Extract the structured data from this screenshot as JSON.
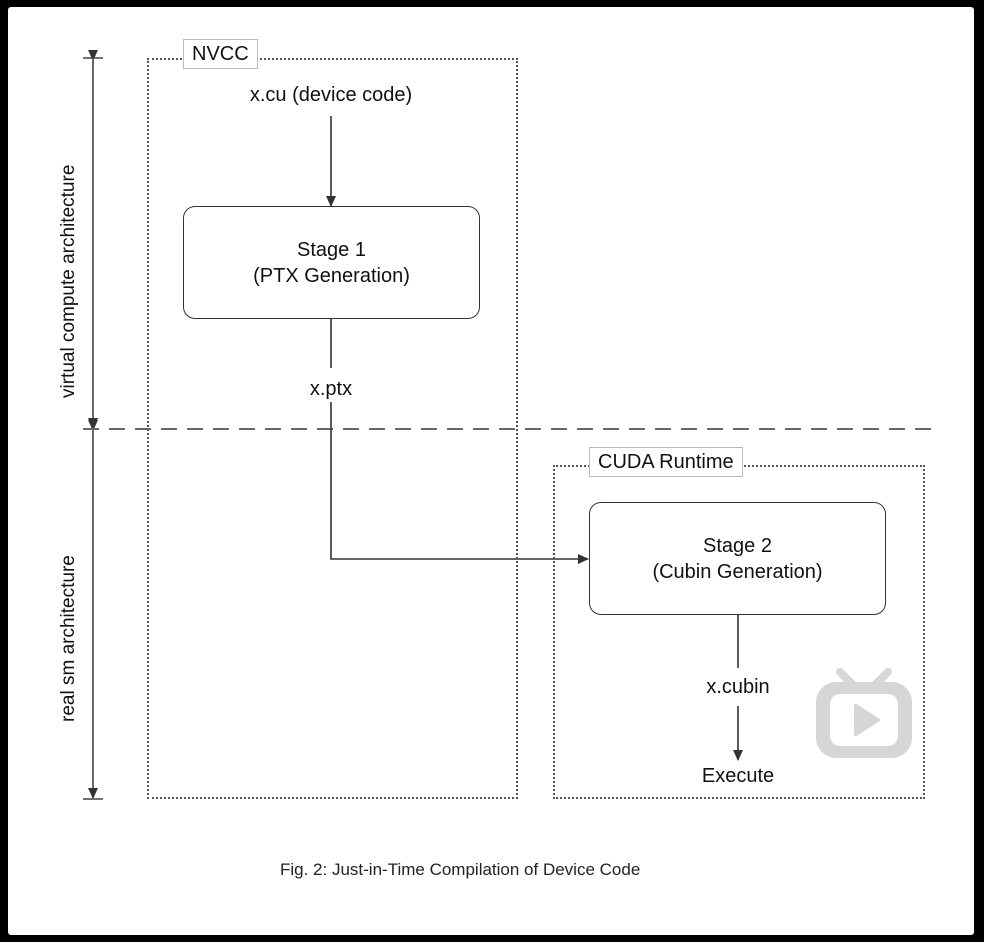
{
  "nvcc": {
    "label": "NVCC",
    "input": "x.cu (device code)",
    "output": "x.ptx"
  },
  "stage1": {
    "line1": "Stage 1",
    "line2": "(PTX Generation)"
  },
  "runtime": {
    "label": "CUDA Runtime",
    "output": "x.cubin",
    "final": "Execute"
  },
  "stage2": {
    "line1": "Stage 2",
    "line2": "(Cubin Generation)"
  },
  "axis": {
    "upper": "virtual compute architecture",
    "lower": "real sm architecture"
  },
  "caption": "Fig. 2: Just-in-Time Compilation of Device Code",
  "watermark": {
    "icon": "bilibili-tv-play-icon"
  }
}
